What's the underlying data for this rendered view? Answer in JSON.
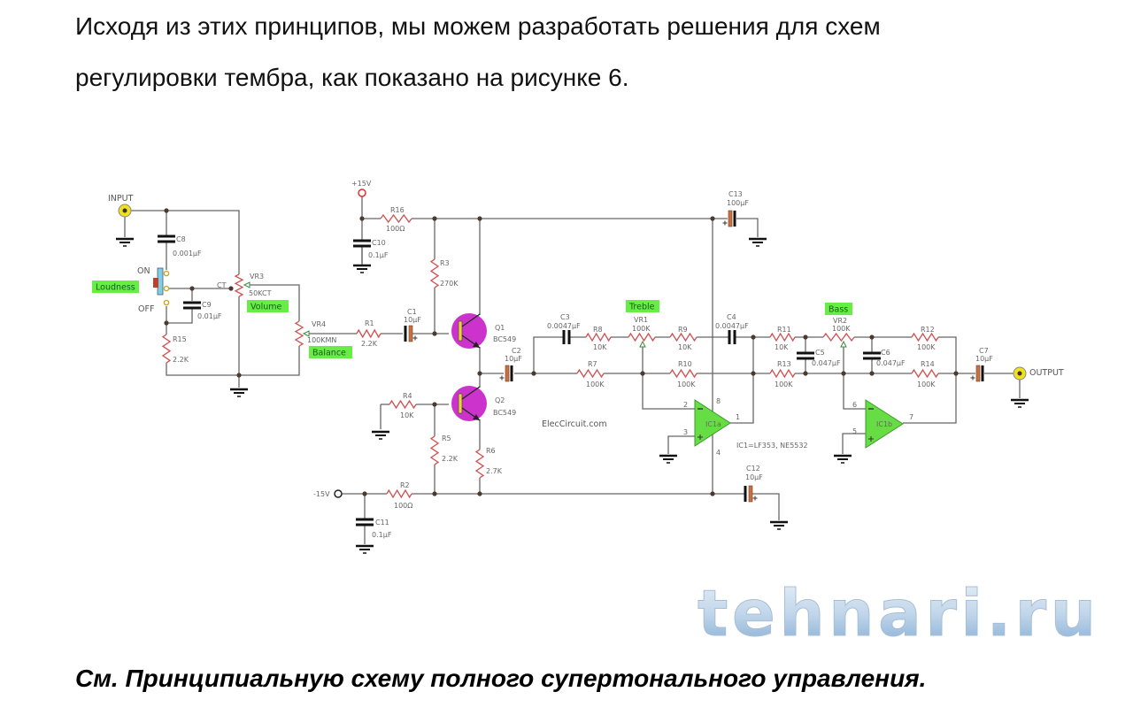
{
  "paragraph": {
    "line1": "Исходя из этих принципов, мы можем разработать решения для схем",
    "line2": "регулировки тембра, как показано на рисунке 6."
  },
  "caption": "См. Принципиальную схему полного супертонального управления.",
  "watermark": "tehnari.ru",
  "schematic": {
    "nets": {
      "input": "INPUT",
      "output": "OUTPUT",
      "vplus": "+15V",
      "vminus": "-15V",
      "ct": "CT"
    },
    "switch": {
      "on": "ON",
      "off": "OFF"
    },
    "controls": {
      "loudness": "Loudness",
      "volume": "Volume",
      "balance": "Balance",
      "treble": "Treble",
      "bass": "Bass"
    },
    "site": "ElecCircuit.com",
    "ic_note": "IC1=LF353, NE5532",
    "c": {
      "R1": {
        "ref": "R1",
        "val": "2.2K"
      },
      "R2": {
        "ref": "R2",
        "val": "100Ω"
      },
      "R3": {
        "ref": "R3",
        "val": "270K"
      },
      "R4": {
        "ref": "R4",
        "val": "10K"
      },
      "R5": {
        "ref": "R5",
        "val": "2.2K"
      },
      "R6": {
        "ref": "R6",
        "val": "2.7K"
      },
      "R7": {
        "ref": "R7",
        "val": "100K"
      },
      "R8": {
        "ref": "R8",
        "val": "10K"
      },
      "R9": {
        "ref": "R9",
        "val": "10K"
      },
      "R10": {
        "ref": "R10",
        "val": "100K"
      },
      "R11": {
        "ref": "R11",
        "val": "10K"
      },
      "R12": {
        "ref": "R12",
        "val": "100K"
      },
      "R13": {
        "ref": "R13",
        "val": "100K"
      },
      "R14": {
        "ref": "R14",
        "val": "100K"
      },
      "R15": {
        "ref": "R15",
        "val": "2.2K"
      },
      "R16": {
        "ref": "R16",
        "val": "100Ω"
      },
      "VR1": {
        "ref": "VR1",
        "val": "100K"
      },
      "VR2": {
        "ref": "VR2",
        "val": "100K"
      },
      "VR3": {
        "ref": "VR3",
        "val": "50KCT"
      },
      "VR4": {
        "ref": "VR4",
        "val": "100KMN"
      },
      "C1": {
        "ref": "C1",
        "val": "10µF"
      },
      "C2": {
        "ref": "C2",
        "val": "10µF"
      },
      "C3": {
        "ref": "C3",
        "val": "0.0047µF"
      },
      "C4": {
        "ref": "C4",
        "val": "0.0047µF"
      },
      "C5": {
        "ref": "C5",
        "val": "0.047µF"
      },
      "C6": {
        "ref": "C6",
        "val": "0.047µF"
      },
      "C7": {
        "ref": "C7",
        "val": "10µF"
      },
      "C8": {
        "ref": "C8",
        "val": "0.001µF"
      },
      "C9": {
        "ref": "C9",
        "val": "0.01µF"
      },
      "C10": {
        "ref": "C10",
        "val": "0.1µF"
      },
      "C11": {
        "ref": "C11",
        "val": "0.1µF"
      },
      "C12": {
        "ref": "C12",
        "val": "10µF"
      },
      "C13": {
        "ref": "C13",
        "val": "100µF"
      },
      "Q1": {
        "ref": "Q1",
        "val": "BC549"
      },
      "Q2": {
        "ref": "Q2",
        "val": "BC549"
      },
      "IC1a": {
        "ref": "IC1a",
        "pins": [
          "2",
          "3",
          "8",
          "4",
          "1"
        ]
      },
      "IC1b": {
        "ref": "IC1b",
        "pins": [
          "6",
          "5",
          "7"
        ]
      }
    }
  },
  "colors": {
    "label_bg": "#66ee44",
    "transistor": "#cc33cc",
    "opamp": "#66dd44",
    "resistor": "#d05050",
    "jack": "#f0e020"
  }
}
